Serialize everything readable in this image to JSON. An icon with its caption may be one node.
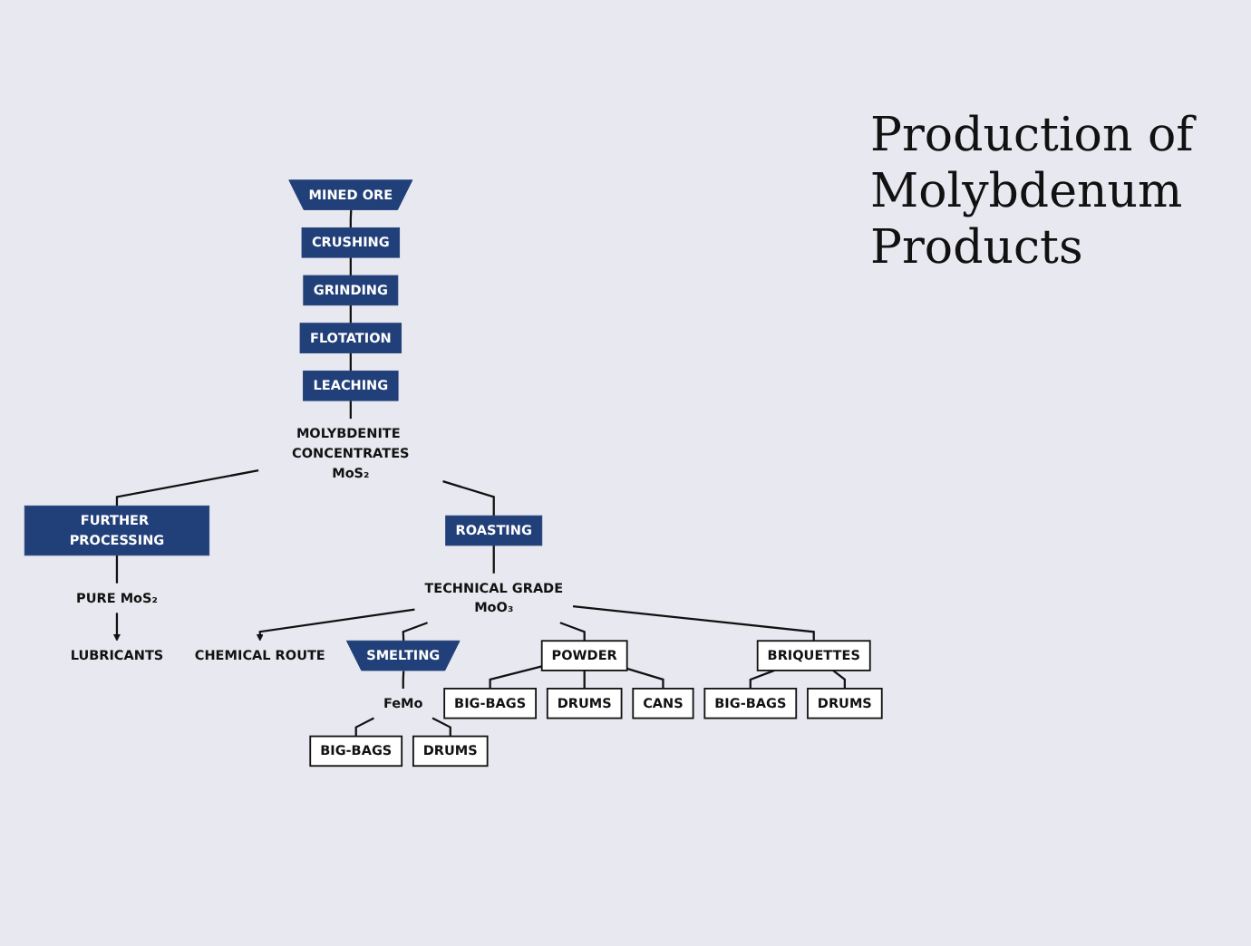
{
  "diagram": {
    "title": "Production of Molybdenum Products",
    "nodes": [
      {
        "text": [
          "MINED ORE"
        ]
      },
      {
        "text": [
          "CRUSHING"
        ]
      },
      {
        "text": [
          "GRINDING"
        ]
      },
      {
        "text": [
          "FLOTATION"
        ]
      },
      {
        "text": [
          "LEACHING"
        ]
      },
      {
        "text": [
          "MOLYBDENITE CONCENTRATES",
          "MoS₂"
        ]
      },
      {
        "text": [
          "FURTHER PROCESSING"
        ]
      },
      {
        "text": [
          "PURE MoS₂"
        ]
      },
      {
        "text": [
          "LUBRICANTS"
        ]
      },
      {
        "text": [
          "ROASTING"
        ]
      },
      {
        "text": [
          "TECHNICAL GRADE",
          "MoO₃"
        ]
      },
      {
        "text": [
          "CHEMICAL ROUTE"
        ]
      },
      {
        "text": [
          "POWDER"
        ]
      },
      {
        "text": [
          "BRIQUETTES"
        ]
      },
      {
        "text": [
          "SMELTING"
        ]
      },
      {
        "text": [
          "FeMo"
        ]
      },
      {
        "text": [
          "BIG-BAGS"
        ]
      },
      {
        "text": [
          "DRUMS"
        ]
      },
      {
        "text": [
          "CANS"
        ]
      },
      {
        "text": [
          "BIG-BAGS"
        ]
      },
      {
        "text": [
          "DRUMS"
        ]
      },
      {
        "text": [
          "BIG-BAGS"
        ]
      },
      {
        "text": [
          "DRUMS"
        ]
      }
    ],
    "edges": [
      {
        "from": 0,
        "to": 1,
        "arrow": "none"
      },
      {
        "from": 1,
        "to": 2,
        "arrow": "none"
      },
      {
        "from": 2,
        "to": 3,
        "arrow": "none"
      },
      {
        "from": 3,
        "to": 4,
        "arrow": "none"
      },
      {
        "from": 4,
        "to": 5,
        "arrow": "none"
      },
      {
        "from": 5,
        "to": 6,
        "arrow": "none"
      },
      {
        "from": 6,
        "to": 7,
        "arrow": "none"
      },
      {
        "from": 7,
        "to": 8,
        "arrow": "to"
      },
      {
        "from": 5,
        "to": 9,
        "arrow": "none"
      },
      {
        "from": 9,
        "to": 10,
        "arrow": "none"
      },
      {
        "from": 10,
        "to": 11,
        "arrow": "to"
      },
      {
        "from": 10,
        "to": 12,
        "arrow": "none"
      },
      {
        "from": 10,
        "to": 13,
        "arrow": "none"
      },
      {
        "from": 10,
        "to": 14,
        "arrow": "none"
      },
      {
        "from": 14,
        "to": 15,
        "arrow": "none"
      },
      {
        "from": 12,
        "to": 16,
        "arrow": "none"
      },
      {
        "from": 12,
        "to": 17,
        "arrow": "none"
      },
      {
        "from": 12,
        "to": 18,
        "arrow": "none"
      },
      {
        "from": 13,
        "to": 19,
        "arrow": "none"
      },
      {
        "from": 13,
        "to": 20,
        "arrow": "none"
      },
      {
        "from": 15,
        "to": 21,
        "arrow": "none"
      },
      {
        "from": 15,
        "to": 22,
        "arrow": "none"
      }
    ]
  }
}
